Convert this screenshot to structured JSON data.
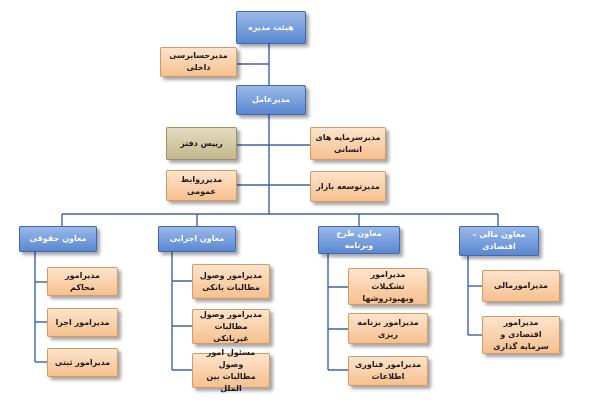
{
  "board": "هیئت مدیره",
  "internal_audit": "مدیرحسابرسی داخلی",
  "ceo": "مدیرعامل",
  "office_head": "رییس دفتر",
  "human_capital": "مدیرسرمایه های انسانی",
  "public_relations": "مدیرروابط عمومی",
  "market_development": "مدیرتوسعه بازار",
  "deputies": [
    {
      "title": "معاون حقوقی",
      "managers": [
        "مدیرامور محاکم",
        "مدیرامور اجرا",
        "مدیرامور ثبتی"
      ]
    },
    {
      "title": "معاون اجرایی",
      "managers": [
        "مدیرامور وصول\nمطالبات بانکی",
        "مدیرامور وصول\nمطالبات غیربانکی",
        "مسئول امور وصول\nمطالبات بین الملل"
      ]
    },
    {
      "title": "معاون طرح وبرنامه",
      "managers": [
        "مدیرامور تشکیلات\nوبهبودروشها",
        "مدیرامور برنامه ریزی",
        "مدیرامور فناوری اطلاعات"
      ]
    },
    {
      "title": "معاون مالی – اقتصادی",
      "managers": [
        "مدیرامورمالی",
        "مدیرامور اقتصادی و\nسرمایه گذاری"
      ]
    }
  ]
}
